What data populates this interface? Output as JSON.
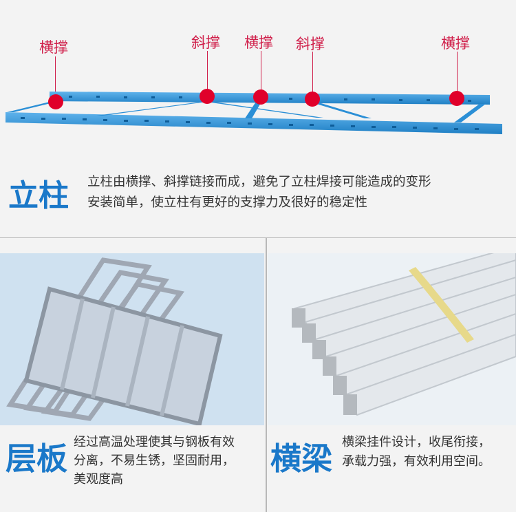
{
  "top": {
    "pins": [
      {
        "label": "横撑"
      },
      {
        "label": "斜撑"
      },
      {
        "label": "横撑"
      },
      {
        "label": "斜撑"
      },
      {
        "label": "横撑"
      }
    ],
    "title": "立柱",
    "desc_line1": "立柱由横撑、斜撑链接而成，避免了立柱焊接可能造成的变形",
    "desc_line2": "安装简单，使立柱有更好的支撑力及很好的稳定性"
  },
  "shelf": {
    "title": "层板",
    "desc_line1": "经过高温处理使其与钢板有效",
    "desc_line2": "分离，不易生锈，坚固耐用，",
    "desc_line3": "美观度高"
  },
  "beam": {
    "title": "横梁",
    "desc_line1": "横梁挂件设计，收尾衔接，",
    "desc_line2": "承载力强，有效利用空间。"
  },
  "colors": {
    "accent_red": "#d0204b",
    "title_blue": "#1a78c9",
    "upright_blue": "#2b8fd6"
  }
}
